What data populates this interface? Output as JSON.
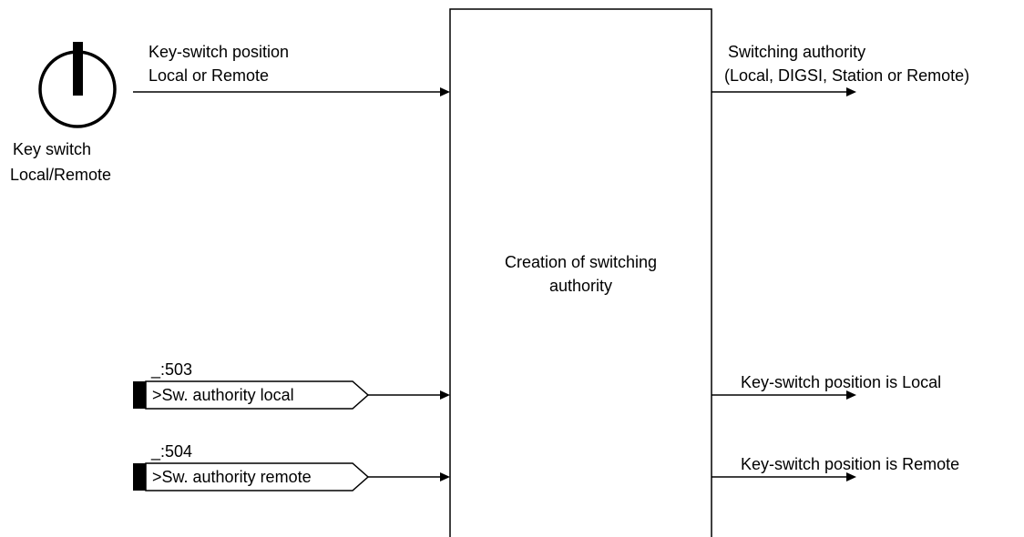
{
  "key_switch": {
    "label_line1": "Key switch",
    "label_line2": "Local/Remote",
    "icon": "key-switch-icon"
  },
  "inputs": {
    "key_switch_position": {
      "line1": "Key-switch position",
      "line2": "Local or Remote"
    },
    "sw_authority_local": {
      "address": "_:503",
      "label": ">Sw. authority local"
    },
    "sw_authority_remote": {
      "address": "_:504",
      "label": ">Sw. authority remote"
    }
  },
  "block": {
    "line1": "Creation of switching",
    "line2": "authority"
  },
  "outputs": {
    "switching_authority": {
      "line1": "Switching authority",
      "line2": "(Local, DIGSI, Station or Remote)"
    },
    "key_switch_local": "Key-switch position is Local",
    "key_switch_remote": "Key-switch position is Remote"
  },
  "colors": {
    "line": "#000000",
    "background": "#ffffff"
  }
}
